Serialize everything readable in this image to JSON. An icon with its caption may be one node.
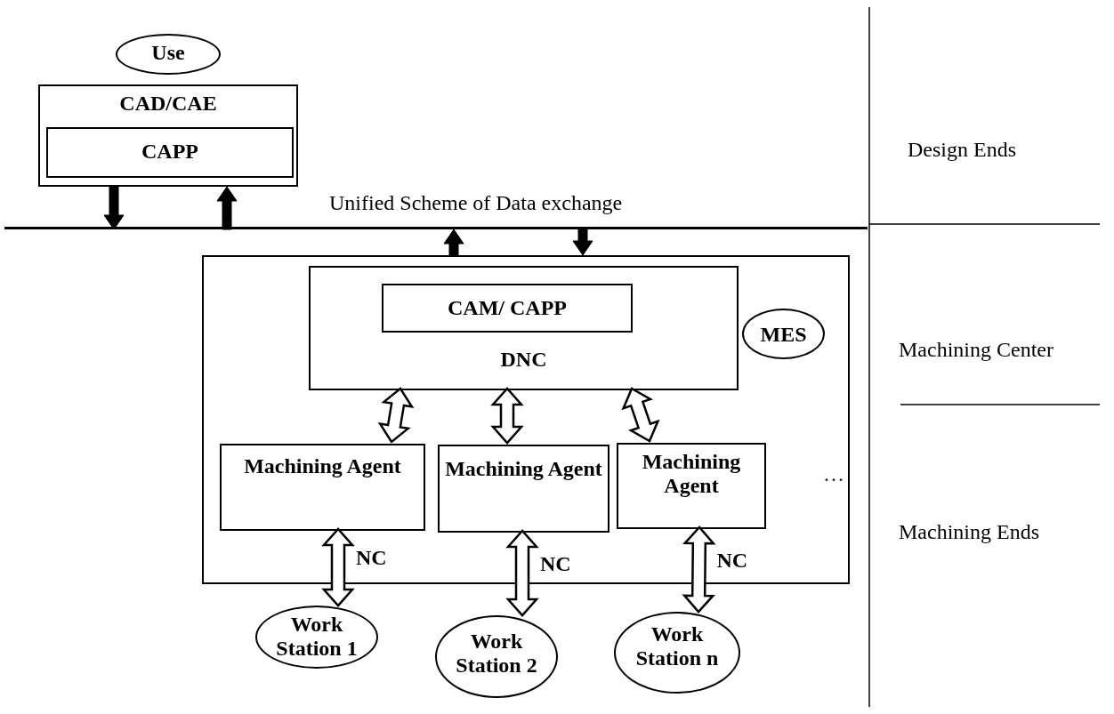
{
  "diagram": {
    "nodes": [
      {
        "text": [
          "Use"
        ]
      },
      {
        "text": [
          "CAD/CAE"
        ]
      },
      {
        "text": [
          "CAPP"
        ],
        "in": 1
      },
      {
        "text": [
          "Unified Scheme of Data exchange"
        ]
      },
      {
        "text": [],
        "shape": "box"
      },
      {
        "text": [
          "DNC"
        ],
        "in": 4
      },
      {
        "text": [
          "CAM/ CAPP"
        ],
        "in": 5
      },
      {
        "text": [
          "MES"
        ],
        "in": 4
      },
      {
        "text": [
          "Machining Agent"
        ],
        "in": 4
      },
      {
        "text": [
          "Machining Agent"
        ],
        "in": 4
      },
      {
        "text": [
          "Machining Agent"
        ],
        "in": 4
      },
      {
        "text": [
          "Work Station 1"
        ]
      },
      {
        "text": [
          "Work Station 2"
        ]
      },
      {
        "text": [
          "Work Station n"
        ]
      }
    ],
    "edges": [
      {
        "from": 1,
        "to": 3,
        "arrow": "to",
        "style": "thick"
      },
      {
        "from": 3,
        "to": 1,
        "arrow": "to",
        "style": "thick"
      },
      {
        "from": 4,
        "to": 3,
        "arrow": "to",
        "style": "thick"
      },
      {
        "from": 3,
        "to": 4,
        "arrow": "to",
        "style": "thick"
      },
      {
        "from": 5,
        "to": 8,
        "arrow": "both"
      },
      {
        "from": 5,
        "to": 9,
        "arrow": "both"
      },
      {
        "from": 5,
        "to": 10,
        "arrow": "both"
      },
      {
        "from": 8,
        "to": 11,
        "arrow": "both",
        "label": "NC"
      },
      {
        "from": 9,
        "to": 12,
        "arrow": "both",
        "label": "NC"
      },
      {
        "from": 10,
        "to": 13,
        "arrow": "both",
        "label": "NC"
      }
    ],
    "labels": [
      "Design Ends",
      "Machining Center",
      "…",
      "Machining Ends"
    ]
  }
}
